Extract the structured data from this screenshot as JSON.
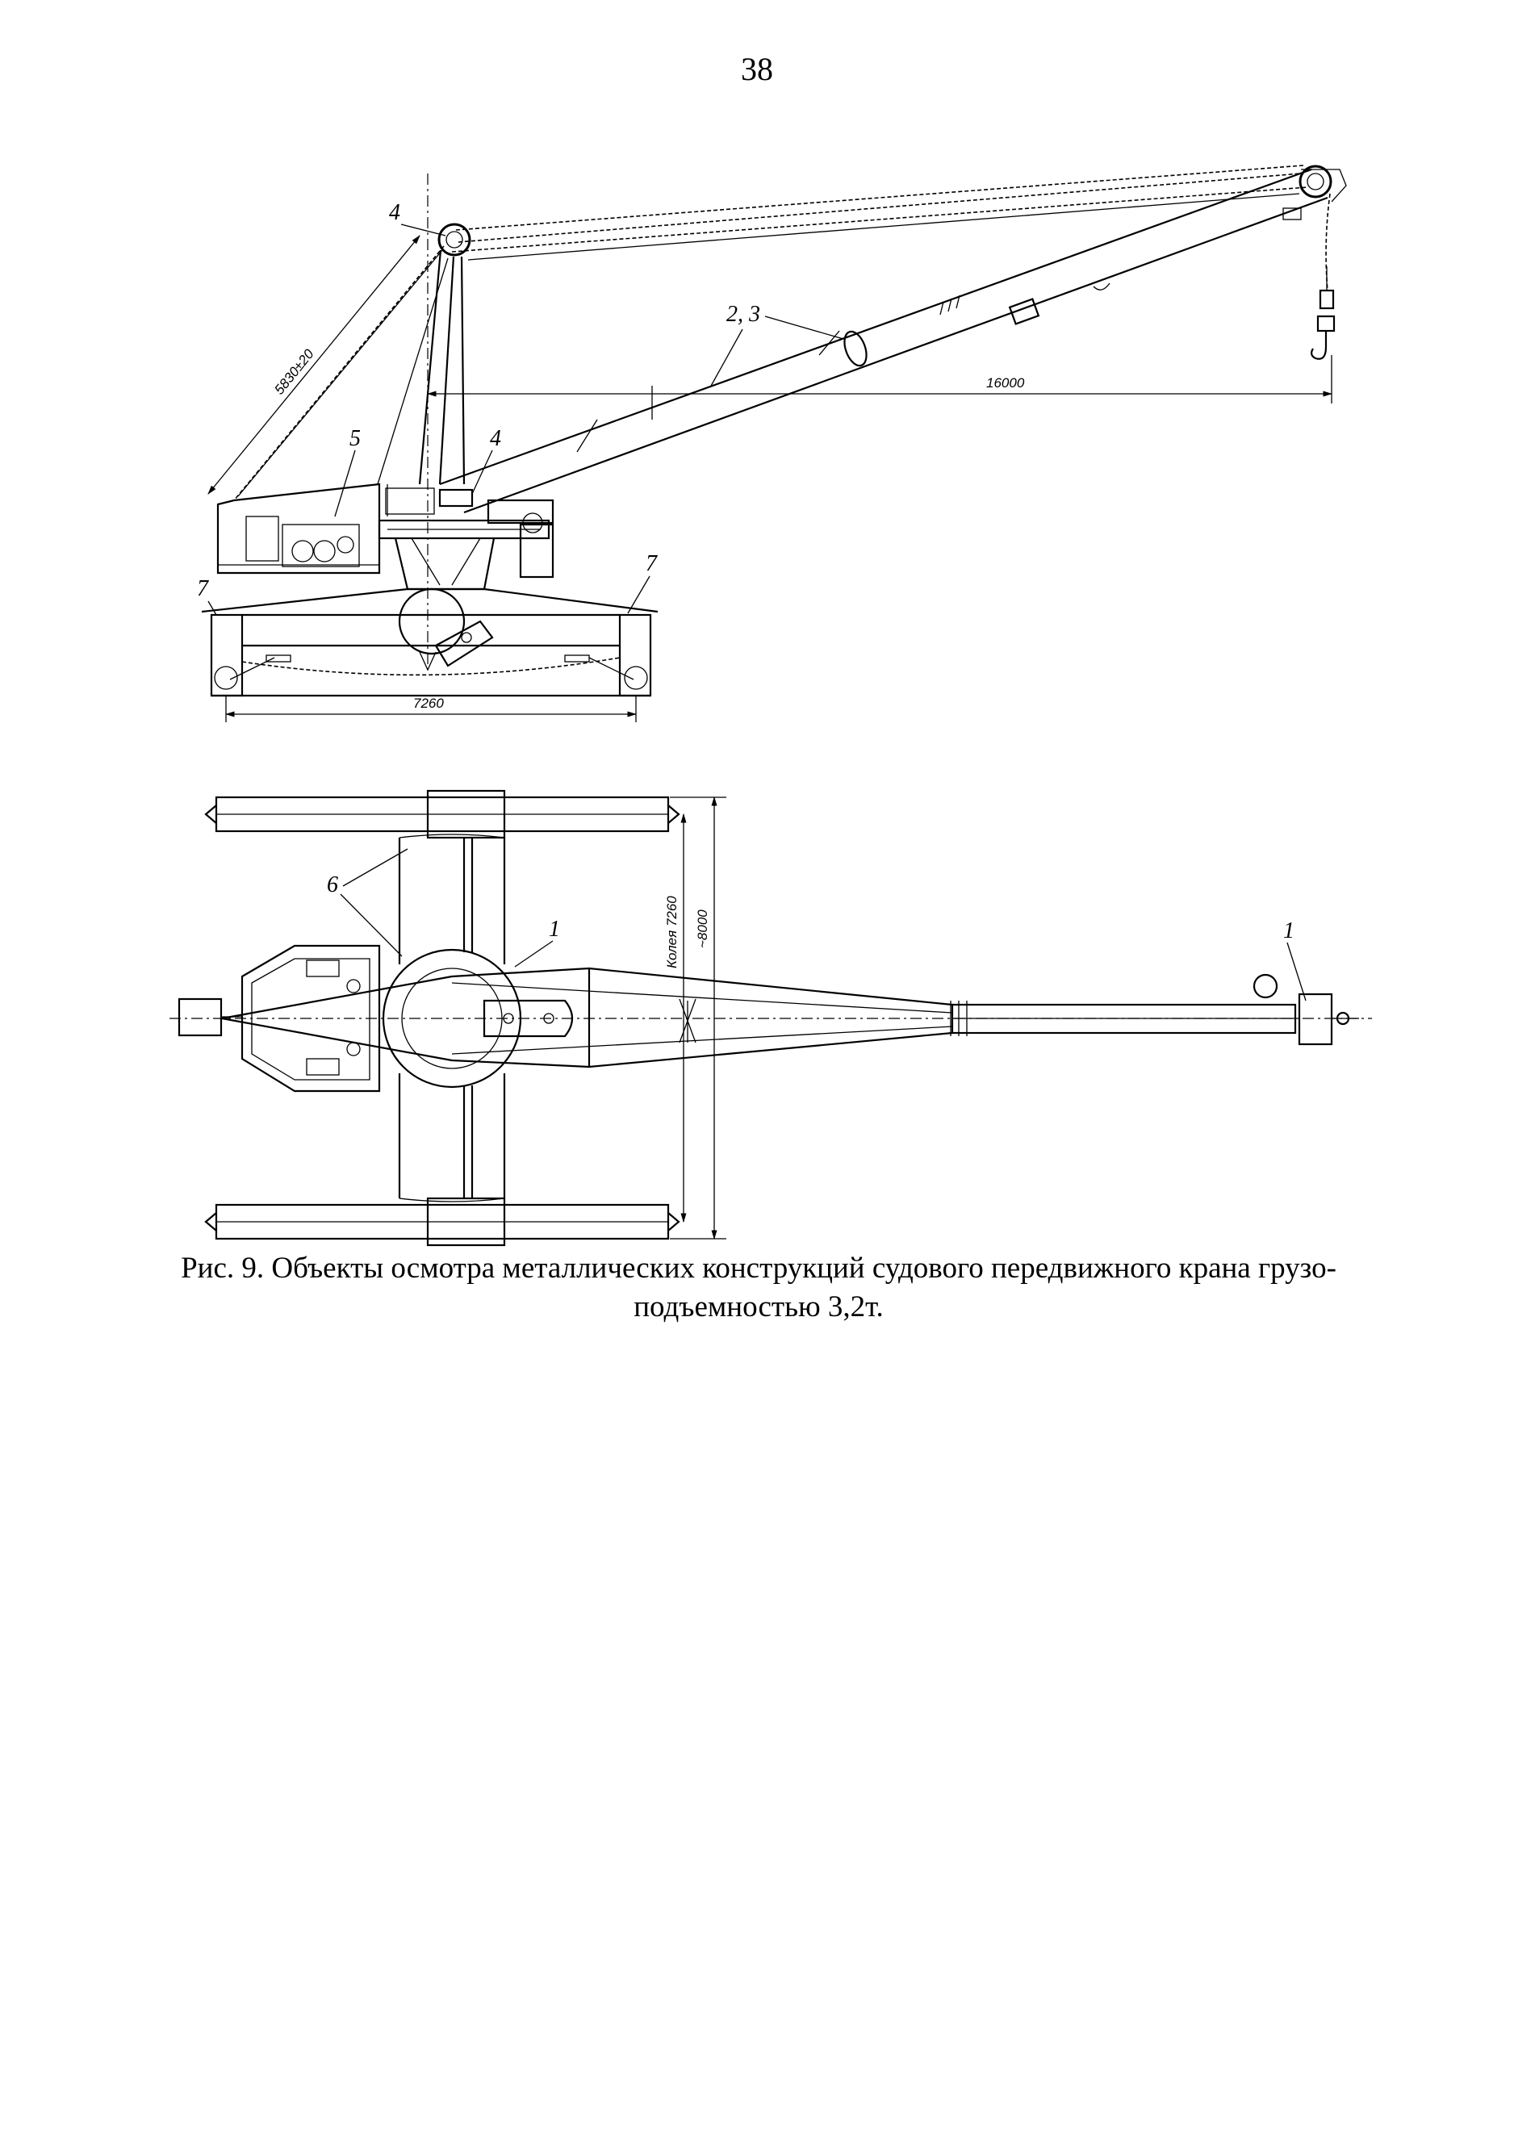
{
  "page_number": "38",
  "labels": {
    "side_pulley_top": "4",
    "side_boom": "2, 3",
    "side_machinery": "5",
    "side_mast_bracket": "4",
    "side_support_left": "7",
    "side_support_right": "7",
    "plan_outriggers": "6",
    "plan_pivot": "1",
    "plan_boom_tip": "1"
  },
  "dimensions": {
    "stay_length": "5830±20",
    "outreach": "16000",
    "base_length": "7260",
    "track_gauge": "Колея 7260",
    "overall_width": "~8000"
  },
  "caption": "Рис. 9. Объекты осмотра металлических конструкций судового передвижного крана грузо-подъемностью 3,2т."
}
